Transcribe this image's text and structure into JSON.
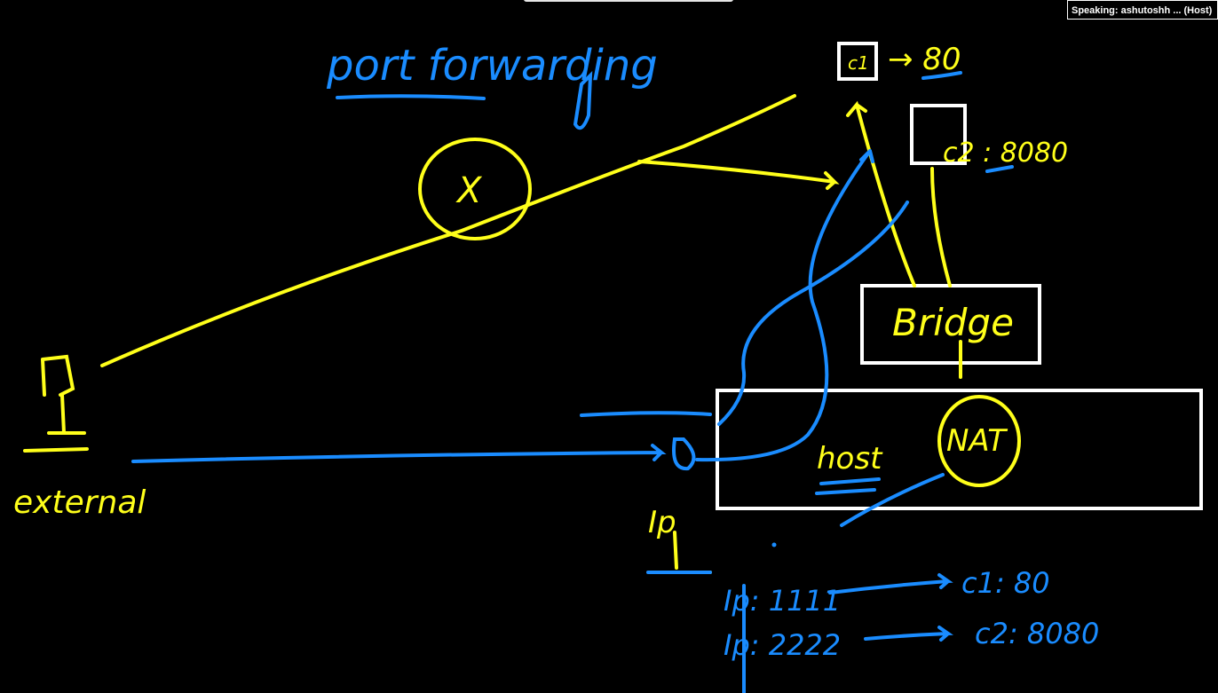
{
  "meeting": {
    "speaking_indicator": "Speaking: ashutoshh ... (Host)"
  },
  "whiteboard": {
    "title": "port forwarding",
    "labels": {
      "external": "external",
      "ip": "Ip",
      "host": "host",
      "nat": "NAT",
      "bridge": "Bridge",
      "c1_box": "c1",
      "c1_port": "→ 80",
      "c2_port": "c2 : 8080",
      "cross": "X"
    },
    "mappings": [
      {
        "source": "Ip: 1111",
        "target": "c1: 80"
      },
      {
        "source": "Ip: 2222",
        "target": "c2: 8080"
      }
    ],
    "colors": {
      "background": "#000000",
      "blue_ink": "#1a8cff",
      "yellow_ink": "#ffff1a",
      "white_ink": "#ffffff"
    }
  }
}
